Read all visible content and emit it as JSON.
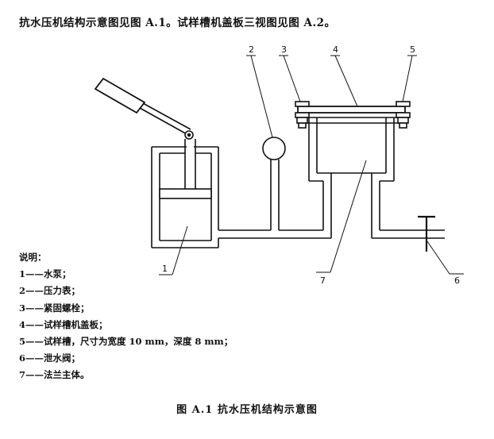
{
  "intro": "抗水压机结构示意图见图 A.1。试样槽机盖板三视图见图 A.2。",
  "callouts": [
    "1",
    "2",
    "3",
    "4",
    "5",
    "6",
    "7"
  ],
  "legend": {
    "title": "说明：",
    "items": [
      {
        "num": "1",
        "dash": "——",
        "text": "水泵；"
      },
      {
        "num": "2",
        "dash": "——",
        "text": "压力表；"
      },
      {
        "num": "3",
        "dash": "——",
        "text": "紧固螺栓；"
      },
      {
        "num": "4",
        "dash": "——",
        "text": "试样槽机盖板；"
      },
      {
        "num": "5",
        "dash": "——",
        "text": "试样槽，尺寸为宽度 10 mm，深度 8 mm；"
      },
      {
        "num": "6",
        "dash": "——",
        "text": "泄水阀；"
      },
      {
        "num": "7",
        "dash": "——",
        "text": "法兰主体。"
      }
    ]
  },
  "caption": "图 A.1   抗水压机结构示意图"
}
